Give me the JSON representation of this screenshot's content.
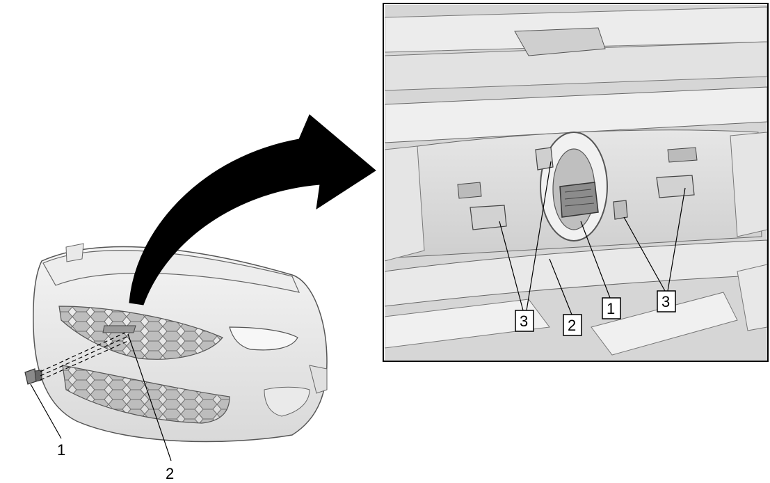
{
  "callouts_overview": [
    {
      "label": "1"
    },
    {
      "label": "2"
    }
  ],
  "callouts_detail": [
    {
      "label": "3"
    },
    {
      "label": "2"
    },
    {
      "label": "1"
    },
    {
      "label": "3"
    }
  ]
}
